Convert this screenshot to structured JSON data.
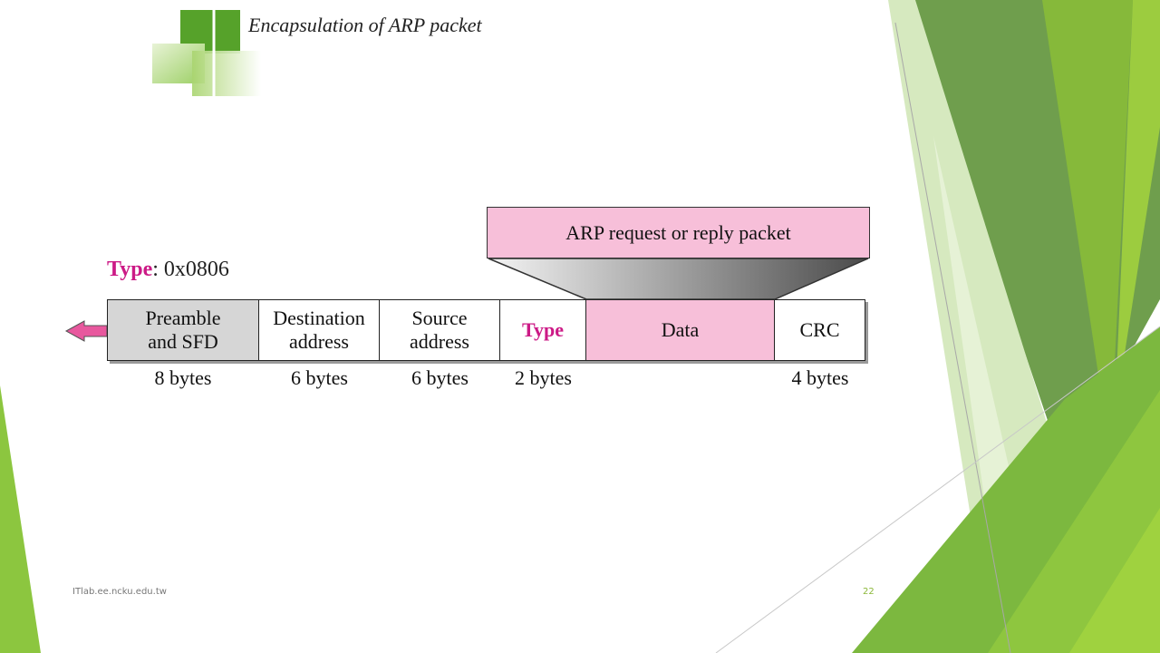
{
  "slide": {
    "title": "Encapsulation of ARP packet",
    "footer": "ITlab.ee.ncku.edu.tw",
    "page_number": "22"
  },
  "diagram": {
    "type_label": {
      "keyword": "Type",
      "value": ": 0x0806"
    },
    "arp_packet_label": "ARP request or reply packet",
    "fields": [
      {
        "label": "Preamble\nand SFD",
        "size": "8 bytes"
      },
      {
        "label": "Destination\naddress",
        "size": "6 bytes"
      },
      {
        "label": "Source\naddress",
        "size": "6 bytes"
      },
      {
        "label": "Type",
        "size": "2 bytes"
      },
      {
        "label": "Data",
        "size": ""
      },
      {
        "label": "CRC",
        "size": "4 bytes"
      }
    ]
  },
  "colors": {
    "accent_green": "#8cc63f",
    "highlight_pink": "#f7bfd9",
    "keyword_magenta": "#cc1a86",
    "arrow_pink": "#e8589e"
  }
}
